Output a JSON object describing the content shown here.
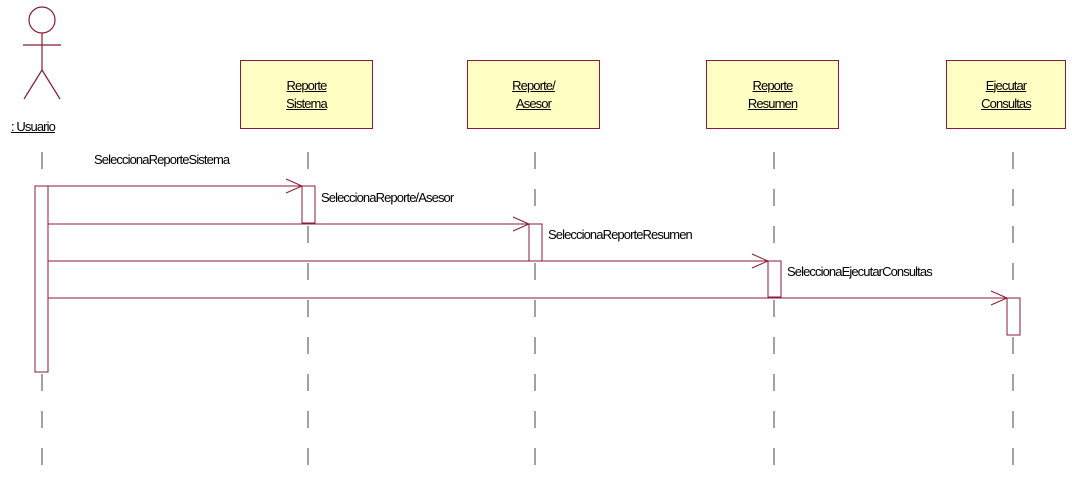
{
  "actor": {
    "name": ": Usuario",
    "icon": "stick-figure-actor-icon"
  },
  "objects": [
    {
      "line1": "Reporte",
      "line2": "Sistema"
    },
    {
      "line1": "Reporte/",
      "line2": "Asesor"
    },
    {
      "line1": "Reporte",
      "line2": "Resumen"
    },
    {
      "line1": "Ejecutar",
      "line2": "Consultas"
    }
  ],
  "messages": [
    {
      "label": "SeleccionaReporteSistema"
    },
    {
      "label": "SeleccionaReporte/Asesor"
    },
    {
      "label": "SeleccionaReporteResumen"
    },
    {
      "label": "SeleccionaEjecutarConsultas"
    }
  ],
  "colors": {
    "line": "#8a1a3c",
    "box_fill": "#ffffc4",
    "text": "#000000"
  }
}
